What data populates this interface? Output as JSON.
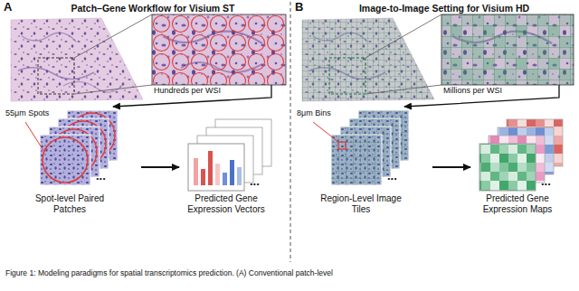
{
  "diagram": {
    "caption": "Figure 1: Modeling paradigms for spatial transcriptomics prediction. (A) Conventional patch-level",
    "nodes": [
      {
        "text": [
          "A",
          "Patch–Gene Workflow for Visium ST"
        ]
      },
      {
        "text": [
          "Hundreds per WSI"
        ],
        "in": 0
      },
      {
        "text": [
          "55μm Spots",
          "...",
          "Spot-level Paired Patches"
        ],
        "in": 0
      },
      {
        "text": [
          "...",
          "Predicted Gene Expression Vectors"
        ],
        "in": 0
      },
      {
        "text": [
          "B",
          "Image-to-Image Setting for Visium HD"
        ]
      },
      {
        "text": [
          "Millions per WSI"
        ],
        "in": 4
      },
      {
        "text": [
          "8μm Bins",
          "...",
          "Region-Level Image Tiles"
        ],
        "in": 4
      },
      {
        "text": [
          "...",
          "Predicted Gene Expression Maps"
        ],
        "in": 4
      }
    ],
    "edges": [
      {
        "from": 1,
        "to": 2,
        "arrow": "to"
      },
      {
        "from": 2,
        "to": 3,
        "arrow": "to"
      },
      {
        "from": 5,
        "to": 6,
        "arrow": "to"
      },
      {
        "from": 6,
        "to": 7,
        "arrow": "to"
      }
    ]
  }
}
